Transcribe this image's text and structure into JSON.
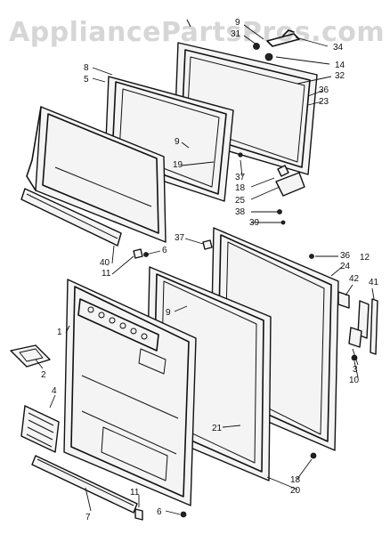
{
  "watermark": "AppliancePartsPros.com",
  "callouts": {
    "c9a": "9",
    "c31": "31",
    "c34": "34",
    "c14": "14",
    "c32": "32",
    "c8": "8",
    "c5": "5",
    "c36a": "36",
    "c23": "23",
    "c9b": "9",
    "c19": "19",
    "c37a": "37",
    "c18a": "18",
    "c25": "25",
    "c38": "38",
    "c39": "39",
    "c37b": "37",
    "c6a": "6",
    "c40": "40",
    "c11a": "11",
    "c36b": "36",
    "c24": "24",
    "c12": "12",
    "c42": "42",
    "c41": "41",
    "c9c": "9",
    "c1": "1",
    "c2": "2",
    "c4": "4",
    "c3": "3",
    "c10": "10",
    "c21": "21",
    "c18b": "18",
    "c20": "20",
    "c7": "7",
    "c11b": "11",
    "c6b": "6"
  }
}
